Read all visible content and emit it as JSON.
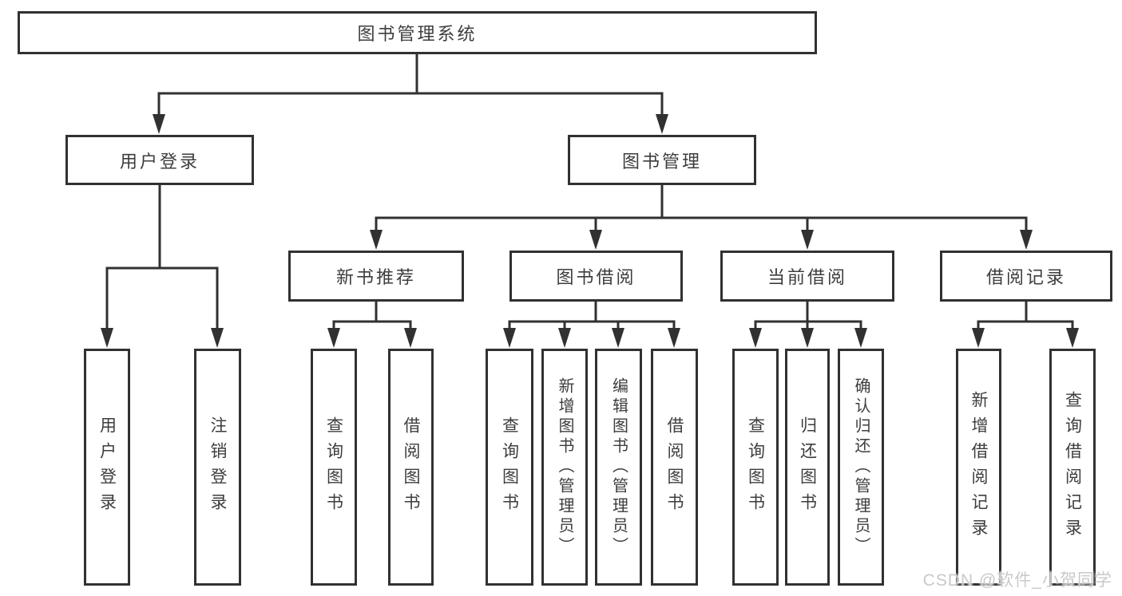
{
  "tree": {
    "root": {
      "label": "图书管理系统"
    },
    "branches": [
      {
        "label": "用户登录",
        "children": [
          {
            "label": "用户登录"
          },
          {
            "label": "注销登录"
          }
        ]
      },
      {
        "label": "图书管理",
        "children": [
          {
            "label": "新书推荐",
            "children": [
              {
                "label": "查询图书"
              },
              {
                "label": "借阅图书"
              }
            ]
          },
          {
            "label": "图书借阅",
            "children": [
              {
                "label": "查询图书"
              },
              {
                "label": "新增图书（管理员）"
              },
              {
                "label": "编辑图书（管理员）"
              },
              {
                "label": "借阅图书"
              }
            ]
          },
          {
            "label": "当前借阅",
            "children": [
              {
                "label": "查询图书"
              },
              {
                "label": "归还图书"
              },
              {
                "label": "确认归还（管理员）"
              }
            ]
          },
          {
            "label": "借阅记录",
            "children": [
              {
                "label": "新增借阅记录"
              },
              {
                "label": "查询借阅记录"
              }
            ]
          }
        ]
      }
    ]
  },
  "watermark": {
    "text": "CSDN @软件_小贺同学",
    "color": "#c9c9c9"
  },
  "colors": {
    "background": "#ffffff",
    "box_border": "#313131",
    "connector_line": "#313131",
    "text": "#3d3d3d"
  }
}
